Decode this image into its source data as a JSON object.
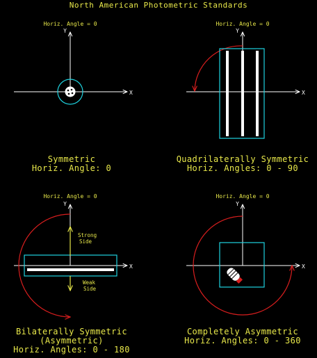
{
  "title": "North American Photometric Standards",
  "axis_labels": {
    "x": "X",
    "y": "Y"
  },
  "angle_label": "Horiz. Angle = 0",
  "panels": [
    {
      "id": "symmetric",
      "caption_lines": [
        "Symmetric",
        "Horiz. Angle: 0"
      ]
    },
    {
      "id": "quadrilateral",
      "caption_lines": [
        "Quadrilaterally Symmetric",
        "Horiz. Angles: 0 - 90"
      ]
    },
    {
      "id": "bilateral",
      "caption_lines": [
        "Bilaterally Symmetric",
        "(Asymmetric)",
        "Horiz. Angles: 0 - 180"
      ],
      "strong_side": [
        "Strong",
        "Side"
      ],
      "weak_side": [
        "Weak",
        "Side"
      ]
    },
    {
      "id": "asymmetric",
      "caption_lines": [
        "Completely Asymmetric",
        "Horiz. Angles: 0 - 360"
      ]
    }
  ],
  "colors": {
    "text": "#e8e84a",
    "axes": "#ffffff",
    "fixture_outline": "#1fd3e0",
    "sweep_arc": "#d81e1e",
    "background": "#000000"
  }
}
